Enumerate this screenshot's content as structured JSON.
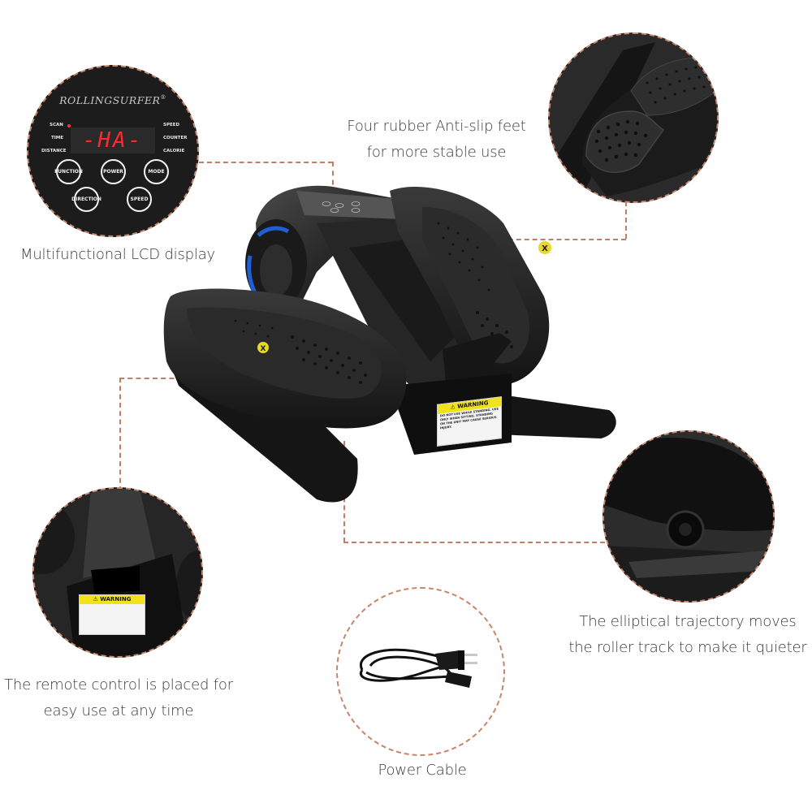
{
  "colors": {
    "background": "#ffffff",
    "dashed_connector": "#c07e65",
    "caption_text": "#3a3a3a",
    "product_body": "#1e1e1e",
    "accent_blue": "#1f5fd6",
    "lcd_digits": "#ff2b2b",
    "warning_yellow": "#f2e21c"
  },
  "callouts": {
    "lcd": {
      "caption": "Multifunctional LCD display",
      "panel": {
        "brand": "ROLLINGSURFER",
        "brand_mark": "®",
        "display_value": "-HA-",
        "left_labels": [
          "SCAN",
          "TIME",
          "DISTANCE"
        ],
        "right_labels": [
          "SPEED",
          "COUNTER",
          "CALORIE"
        ],
        "buttons": [
          "FUNCTION",
          "POWER",
          "MODE",
          "DIRECTION",
          "SPEED"
        ]
      }
    },
    "feet": {
      "caption_line1": "Four rubber Anti-slip feet",
      "caption_line2": "for more stable use"
    },
    "roller": {
      "caption_line1": "The elliptical trajectory moves",
      "caption_line2": "the roller track to make it quieter"
    },
    "remote": {
      "caption_line1": "The remote control is placed for",
      "caption_line2": "easy use at any time",
      "warning_label": "WARNING"
    },
    "cable": {
      "caption": "Power Cable"
    }
  },
  "product": {
    "warning_label": {
      "title": "WARNING",
      "text": "DO NOT USE WHILE STANDING. USE ONLY WHEN SITTING. STANDING ON THE UNIT MAY CAUSE SERIOUS INJURY."
    }
  }
}
